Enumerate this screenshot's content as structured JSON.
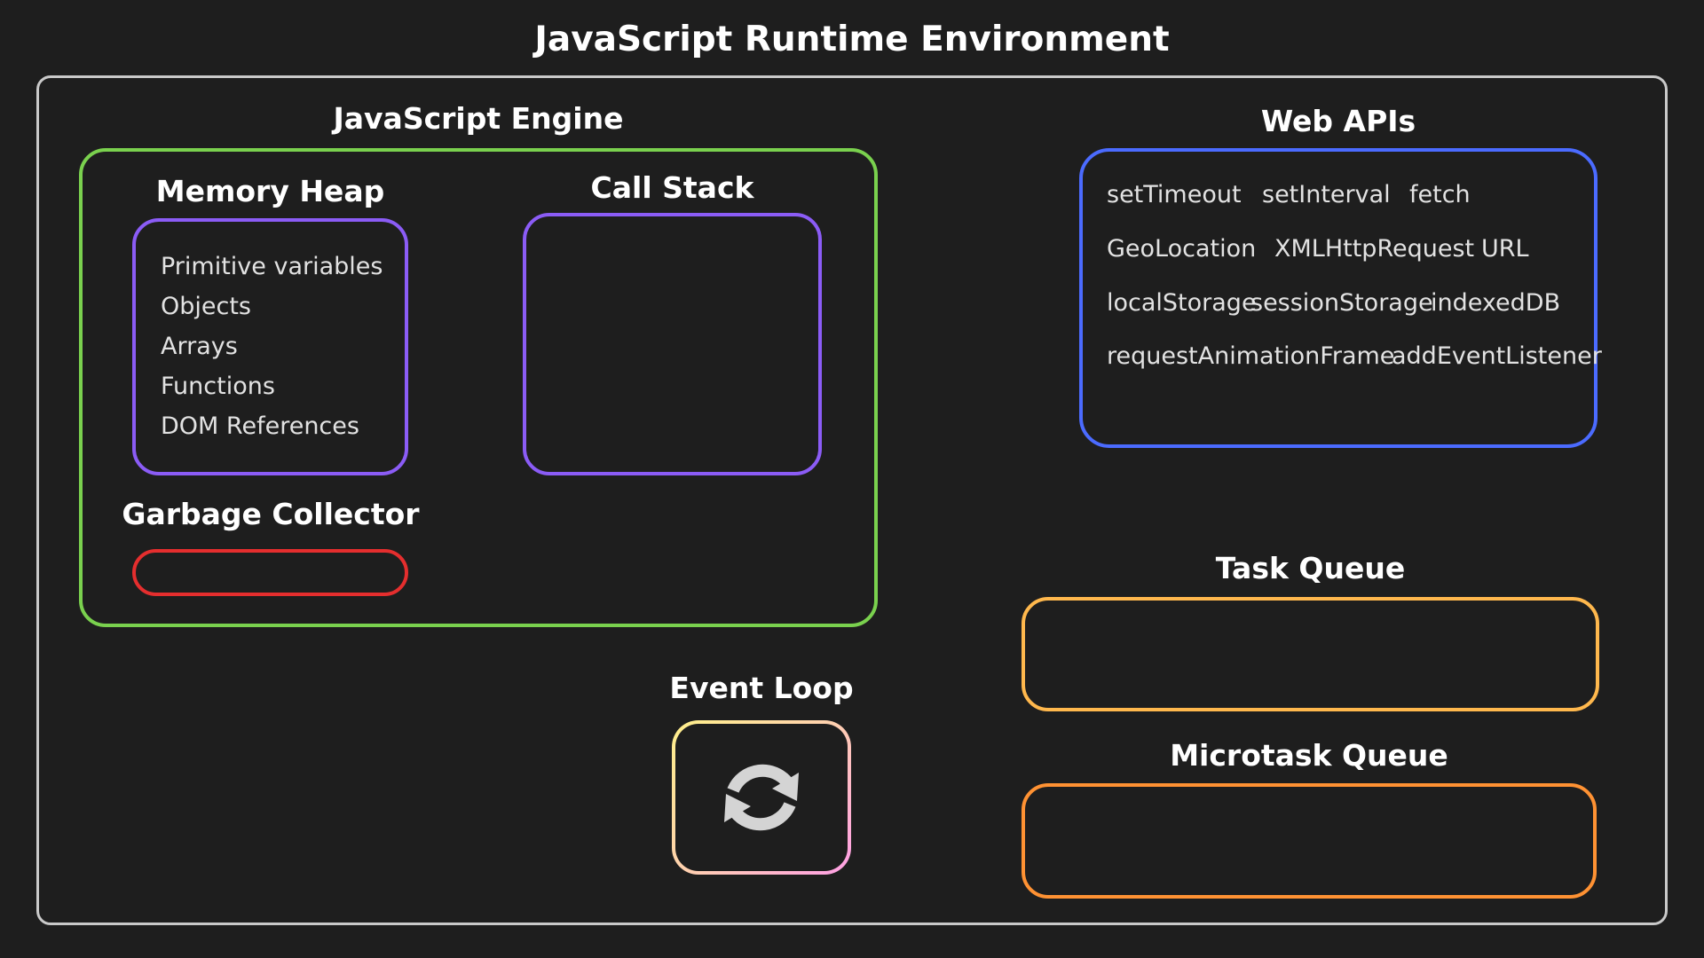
{
  "diagram": {
    "title": "JavaScript Runtime Environment",
    "engine": {
      "title": "JavaScript Engine",
      "memory_heap": {
        "title": "Memory Heap",
        "items": [
          "Primitive variables",
          "Objects",
          "Arrays",
          "Functions",
          "DOM References"
        ]
      },
      "call_stack": {
        "title": "Call Stack"
      },
      "garbage_collector": {
        "title": "Garbage Collector"
      }
    },
    "web_apis": {
      "title": "Web APIs",
      "rows": [
        [
          "setTimeout",
          "setInterval",
          "fetch"
        ],
        [
          "GeoLocation",
          "XMLHttpRequest",
          "URL"
        ],
        [
          "localStorage",
          "sessionStorage",
          "indexedDB"
        ],
        [
          "requestAnimationFrame",
          "addEventListener"
        ]
      ]
    },
    "task_queue": {
      "title": "Task Queue"
    },
    "microtask_queue": {
      "title": "Microtask Queue"
    },
    "event_loop": {
      "title": "Event Loop",
      "icon": "refresh-icon"
    }
  },
  "colors": {
    "background": "#1e1e1e",
    "runtime_border": "#c9c9c9",
    "engine_border": "#7ad14e",
    "heap_border": "#8b5cf6",
    "stack_border": "#8b5cf6",
    "gc_border": "#e52e2e",
    "web_apis_border": "#4b6bff",
    "task_queue_border": "#ffb84d",
    "microtask_queue_border": "#ff9233"
  }
}
